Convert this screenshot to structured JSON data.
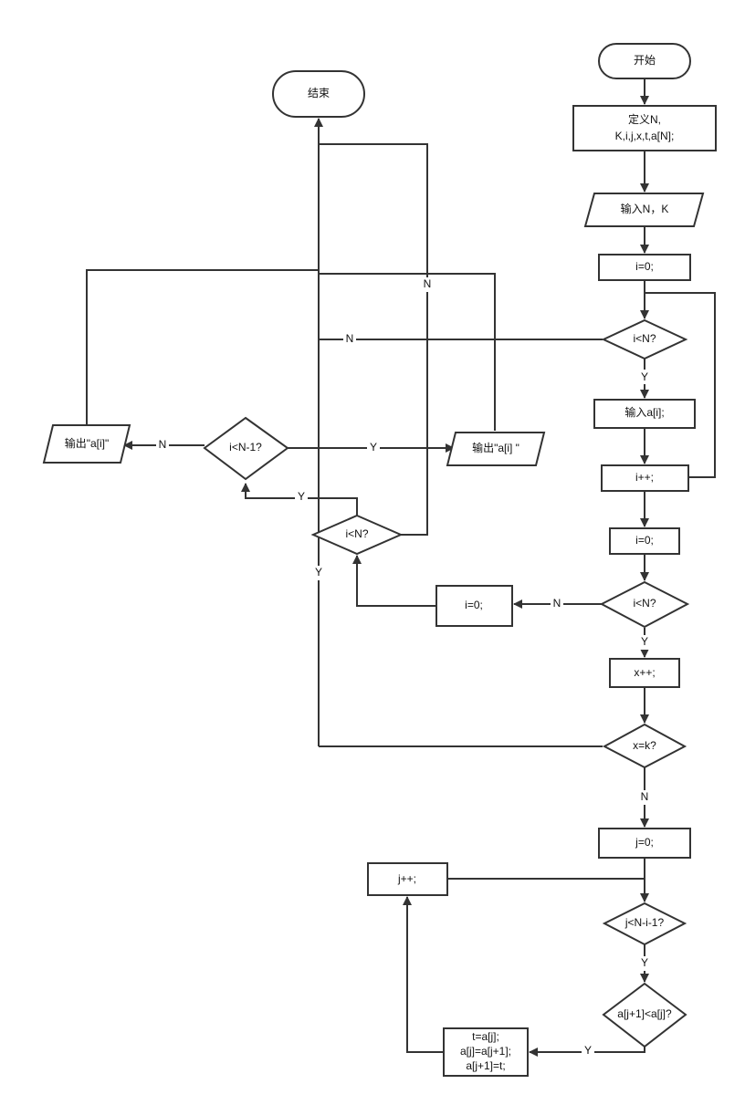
{
  "nodes": {
    "start": "开始",
    "end": "结束",
    "define_line1": "定义N,",
    "define_line2": "K,i,j,x,t,a[N];",
    "input_nk": "输入N，K",
    "i_init_1": "i=0;",
    "cond_i_lt_n_1": "i<N?",
    "input_ai": "输入a[i];",
    "i_inc": "i++;",
    "i_init_2": "i=0;",
    "cond_i_lt_n_2": "i<N?",
    "x_inc": "x++;",
    "cond_x_eq_k": "x=k?",
    "j_init": "j=0;",
    "cond_j": "j<N-i-1?",
    "cond_swap": "a[j+1]<a[j]?",
    "swap_line1": "t=a[j];",
    "swap_line2": "a[j]=a[j+1];",
    "swap_line3": "a[j+1]=t;",
    "j_inc": "j++;",
    "i_init_3": "i=0;",
    "cond_i_lt_n_3": "i<N?",
    "cond_i_lt_n_minus1": "i<N-1?",
    "output_left": "输出\"a[i]\"",
    "output_right": "输出\"a[i] \""
  },
  "edge_labels": {
    "yes": "Y",
    "no": "N"
  },
  "colors": {
    "stroke": "#333333",
    "fill": "#ffffff",
    "text": "#111111"
  }
}
